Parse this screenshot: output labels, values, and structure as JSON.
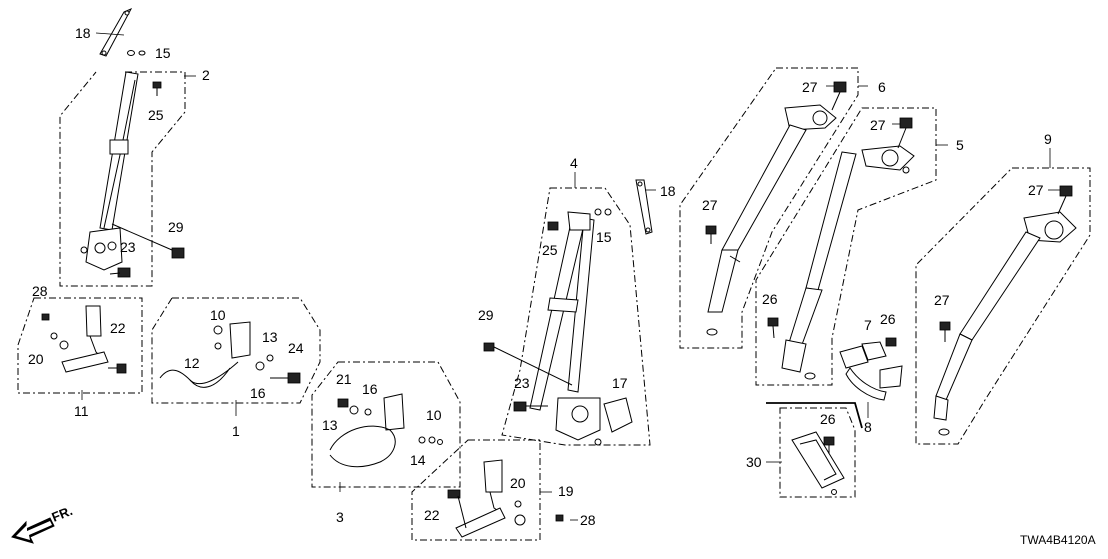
{
  "diagram": {
    "code": "TWA4B4120A",
    "direction_label": "FR.",
    "callouts": {
      "c18a": "18",
      "c15a": "15",
      "c2": "2",
      "c25a": "25",
      "c29a": "29",
      "c23a": "23",
      "c28a": "28",
      "c22a": "22",
      "c20a": "20",
      "c11": "11",
      "c10a": "10",
      "c12": "12",
      "c13a": "13",
      "c24": "24",
      "c16a": "16",
      "c1": "1",
      "c21": "21",
      "c16b": "16",
      "c13b": "13",
      "c10b": "10",
      "c14": "14",
      "c3": "3",
      "c4": "4",
      "c18b": "18",
      "c25b": "25",
      "c15b": "15",
      "c29b": "29",
      "c23b": "23",
      "c17": "17",
      "c22b": "22",
      "c20b": "20",
      "c19": "19",
      "c28b": "28",
      "c27a": "27",
      "c6": "6",
      "c27b": "27",
      "c5": "5",
      "c27c": "27",
      "c26a": "26",
      "c7": "7",
      "c26b": "26",
      "c8": "8",
      "c26c": "26",
      "c30": "30",
      "c9": "9",
      "c27d": "27",
      "c27e": "27"
    }
  }
}
